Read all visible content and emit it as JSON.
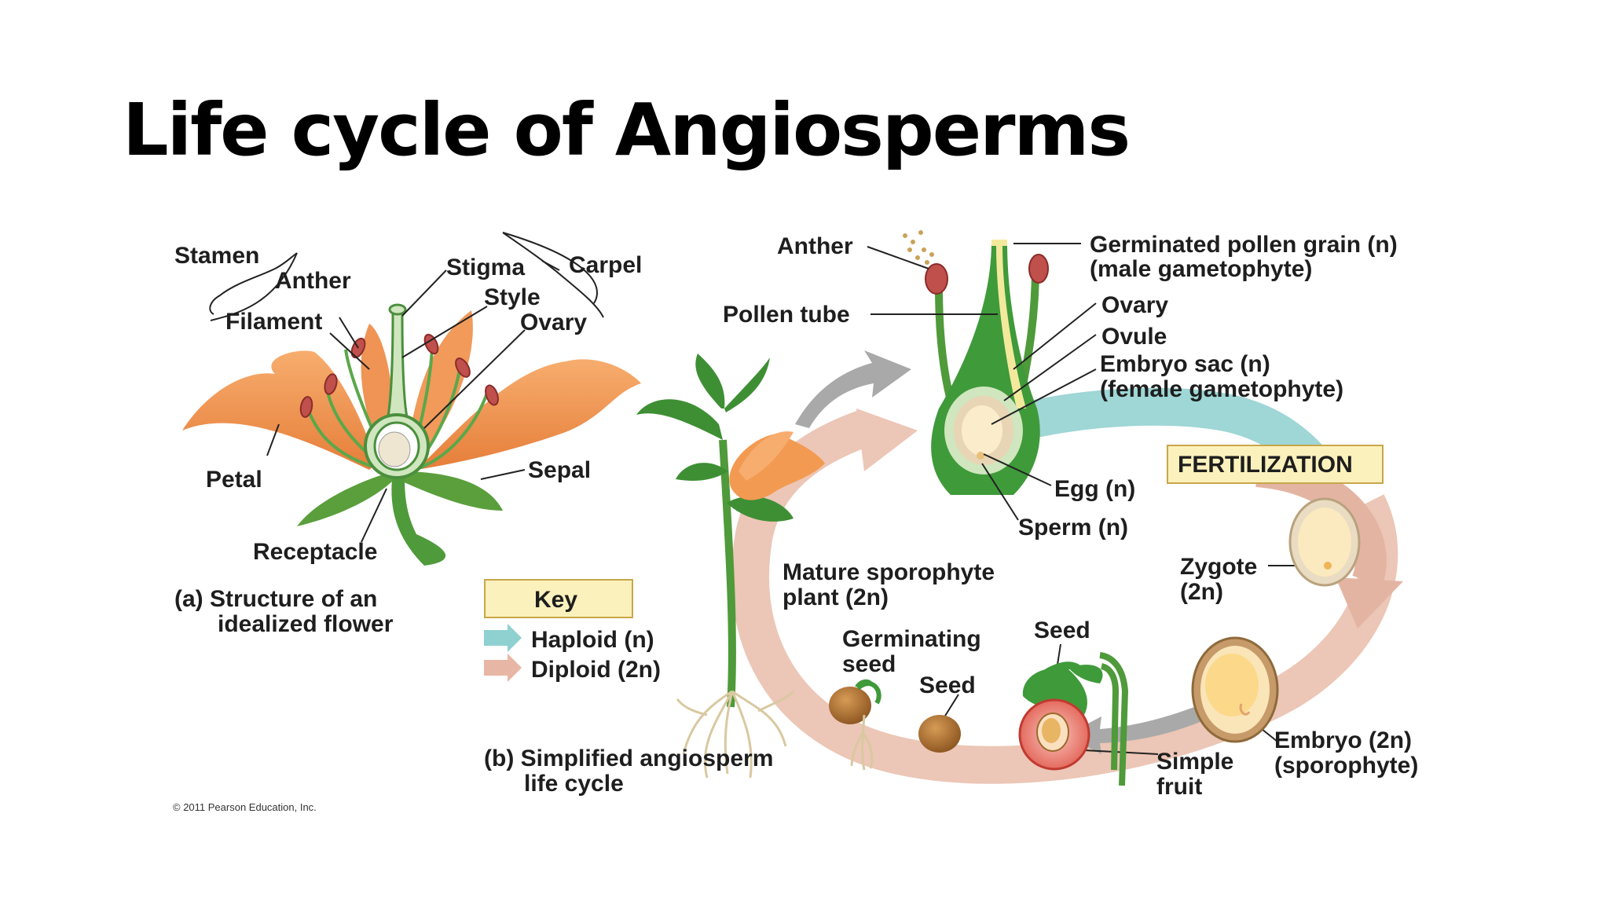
{
  "title": "Life cycle of Angiosperms",
  "flower_part": {
    "labels": {
      "stamen": "Stamen",
      "anther": "Anther",
      "filament": "Filament",
      "stigma": "Stigma",
      "style": "Style",
      "ovary": "Ovary",
      "carpel": "Carpel",
      "petal": "Petal",
      "sepal": "Sepal",
      "receptacle": "Receptacle"
    },
    "caption_line1": "(a) Structure of an",
    "caption_line2": "idealized flower"
  },
  "cycle_part": {
    "labels": {
      "anther": "Anther",
      "pollen_tube": "Pollen tube",
      "germinated_pollen_1": "Germinated pollen grain (n)",
      "germinated_pollen_2": "(male gametophyte)",
      "ovary": "Ovary",
      "ovule": "Ovule",
      "embryo_sac_1": "Embryo sac (n)",
      "embryo_sac_2": "(female gametophyte)",
      "fertilization": "FERTILIZATION",
      "egg": "Egg (n)",
      "sperm": "Sperm (n)",
      "zygote_1": "Zygote",
      "zygote_2": "(2n)",
      "mature_1": "Mature sporophyte",
      "mature_2": "plant (2n)",
      "germinating_1": "Germinating",
      "germinating_2": "seed",
      "seed_a": "Seed",
      "seed_b": "Seed",
      "embryo_1": "Embryo (2n)",
      "embryo_2": "(sporophyte)",
      "simple_fruit_1": "Simple",
      "simple_fruit_2": "fruit"
    },
    "caption_line1": "(b) Simplified angiosperm",
    "caption_line2": "life cycle"
  },
  "key": {
    "title": "Key",
    "haploid": "Haploid (n)",
    "diploid": "Diploid (2n)",
    "haploid_color": "#8fd0d0",
    "diploid_color": "#e8b6a4"
  },
  "copyright": "© 2011 Pearson Education, Inc."
}
